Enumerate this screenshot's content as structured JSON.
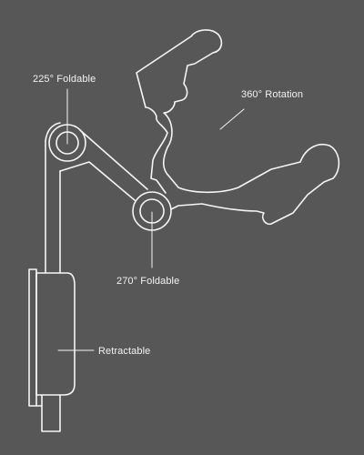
{
  "labels": {
    "foldable_225": "225° Foldable",
    "rotation_360": "360° Rotation",
    "foldable_270": "270° Foldable",
    "retractable": "Retractable"
  },
  "colors": {
    "background": "#575757",
    "line": "#f5f5f5"
  }
}
